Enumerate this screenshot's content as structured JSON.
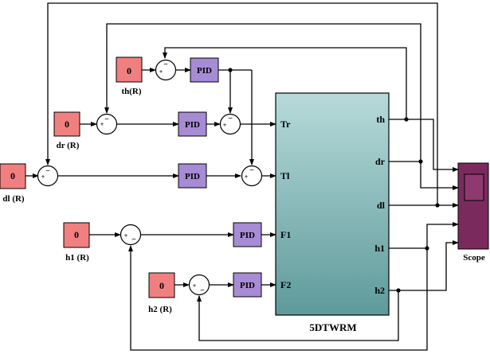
{
  "constants": {
    "th": {
      "value": "0",
      "label": "th(R)"
    },
    "dr": {
      "value": "0",
      "label": "dr (R)"
    },
    "dl": {
      "value": "0",
      "label": "dl (R)"
    },
    "h1": {
      "value": "0",
      "label": "h1 (R)"
    },
    "h2": {
      "value": "0",
      "label": "h2 (R)"
    }
  },
  "pid_label": "PID",
  "plant": {
    "name": "5DTWRM",
    "inputs": [
      "Tr",
      "Tl",
      "F1",
      "F2"
    ],
    "outputs": [
      "th",
      "dr",
      "dl",
      "h1",
      "h2"
    ]
  },
  "scope_label": "Scope",
  "sum_signs": {
    "plus": "+",
    "minus": "−"
  },
  "colors": {
    "constant_fill": "#F08080",
    "pid_fill": "#A78BD4",
    "plant_fill_top": "#B7DADA",
    "plant_fill_bottom": "#5E9A9A",
    "scope_fill": "#7B2A5E",
    "line": "#000000"
  }
}
